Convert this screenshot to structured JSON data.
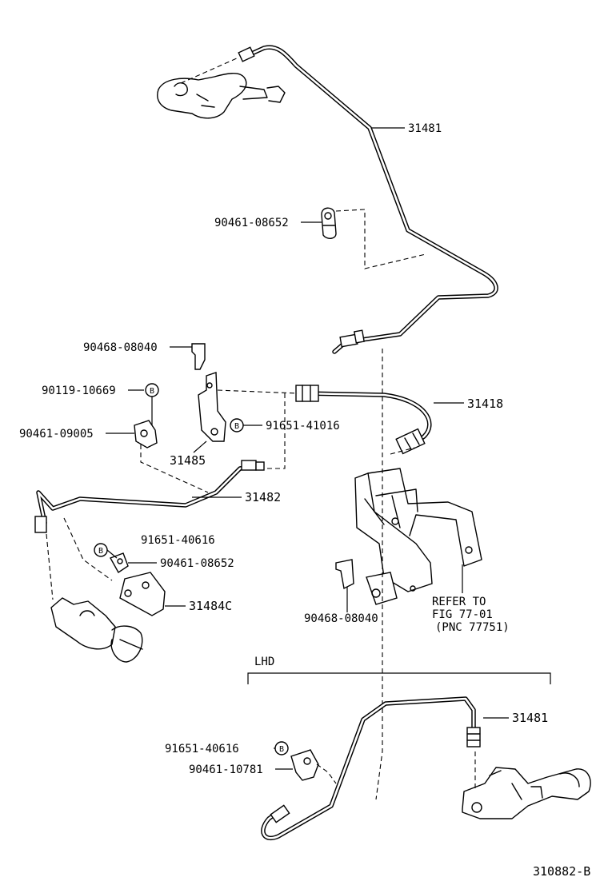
{
  "labels": {
    "p31481_top": "31481",
    "p90461_08652_top": "90461-08652",
    "p90468_08040_top": "90468-08040",
    "p90119_10669": "90119-10669",
    "p90461_09005": "90461-09005",
    "p31485": "31485",
    "p91651_41016": "91651-41016",
    "p31418": "31418",
    "p31482": "31482",
    "p91651_40616_mid": "91651-40616",
    "p90461_08652_mid": "90461-08652",
    "p31484C": "31484C",
    "p90468_08040_bottom": "90468-08040",
    "refer_line1": "REFER TO",
    "refer_line2": "FIG 77-01",
    "refer_line3": "(PNC 77751)",
    "lhd": "LHD",
    "p31481_lhd": "31481",
    "p91651_40616_lhd": "91651-40616",
    "p90461_10781": "90461-10781",
    "figure_number": "310882-B"
  },
  "callout_letters": {
    "b1": "B",
    "b2": "B",
    "b3": "B",
    "b4": "B"
  }
}
